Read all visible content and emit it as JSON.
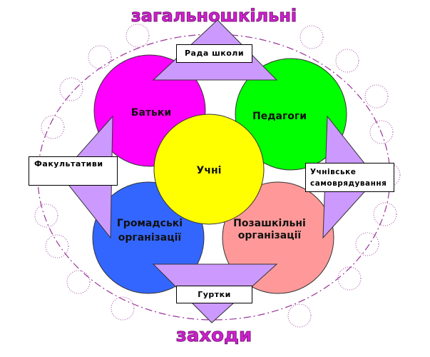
{
  "title_top": "загальношкільні",
  "title_bottom": "заходи",
  "circles": [
    {
      "label_lines": [
        "Батьки"
      ],
      "color": "#ff00ff"
    },
    {
      "label_lines": [
        "Педагоги"
      ],
      "color": "#00ff00"
    },
    {
      "label_lines": [
        "Учні"
      ],
      "color": "#ffff00"
    },
    {
      "label_lines": [
        "Громадські",
        "організації"
      ],
      "color": "#3366ff"
    },
    {
      "label_lines": [
        "Позашкільні",
        "організації"
      ],
      "color": "#ff9999"
    }
  ],
  "boxes": {
    "top": "Рада школи",
    "left": "Факультативи",
    "right_line1": "Учнівське",
    "right_line2": "самоврядування",
    "bottom": "Гуртки"
  },
  "colors": {
    "arrow": "#cc99ff",
    "ring": "#993399"
  }
}
